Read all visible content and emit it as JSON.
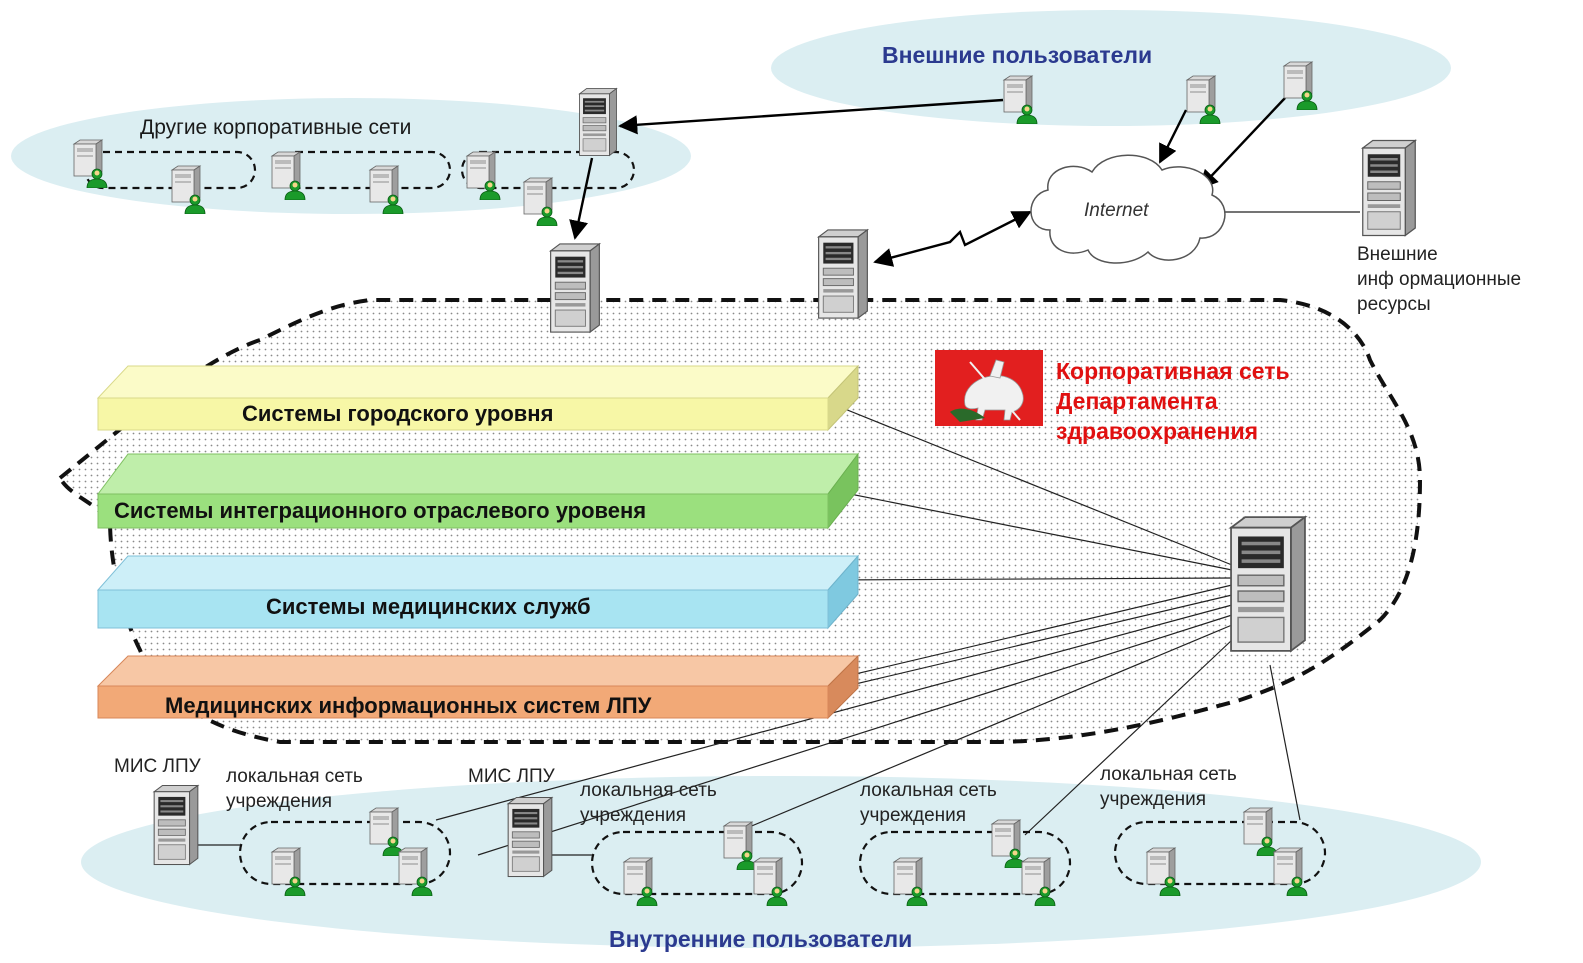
{
  "external_users": {
    "label": "Внешние пользователи"
  },
  "other_networks": {
    "label": "Другие корпоративные сети"
  },
  "internet": {
    "label": "Internet"
  },
  "external_resources": {
    "lines": [
      "Внешние",
      "инф ормационные",
      "ресурсы"
    ]
  },
  "corporate_network": {
    "lines": [
      "Корпоративная сеть",
      "Департамента",
      "здравоохранения"
    ]
  },
  "bands": [
    {
      "label": "Системы городского уровня",
      "color": "#f7f7a6"
    },
    {
      "label": "Системы интеграционного отраслевого уровеня",
      "color": "#9be07e"
    },
    {
      "label": "Системы  медицинских служб",
      "color": "#a8e4f2"
    },
    {
      "label": "Медицинских информационных систем ЛПУ",
      "color": "#f2a977"
    }
  ],
  "mis_labels": [
    "МИС ЛПУ",
    "МИС ЛПУ"
  ],
  "local_network_labels": [
    [
      "локальная сеть",
      "учреждения"
    ],
    [
      "локальная сеть",
      "учреждения"
    ],
    [
      "локальная сеть",
      "учреждения"
    ],
    [
      "локальная сеть",
      "учреждения"
    ]
  ],
  "internal_users": {
    "label": "Внутренние пользователи"
  },
  "colors": {
    "ellipse": "#dbeef2",
    "coat_of_arms": "#e21f1f",
    "text_blue": "#2b3a8f",
    "corp_red": "#e01010"
  }
}
